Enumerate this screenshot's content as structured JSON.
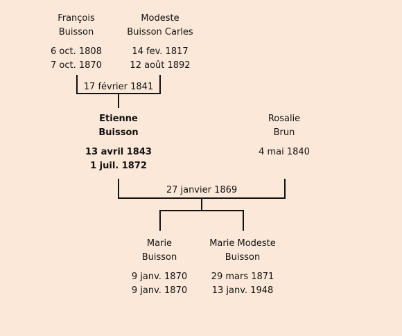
{
  "people": {
    "francois": {
      "first": "François",
      "last": "Buisson",
      "birth": "6 oct. 1808",
      "death": "7 oct. 1870"
    },
    "modeste": {
      "first": "Modeste",
      "last": "Buisson Carles",
      "birth": "14 fev. 1817",
      "death": "12 août 1892"
    },
    "etienne": {
      "first": "Etienne",
      "last": "Buisson",
      "birth": "13 avril 1843",
      "death": "1 juil. 1872"
    },
    "rosalie": {
      "first": "Rosalie",
      "last": "Brun",
      "birth": "4 mai 1840"
    },
    "marie": {
      "first": "Marie",
      "last": "Buisson",
      "birth": "9 janv. 1870",
      "death": "9 janv. 1870"
    },
    "marie_modeste": {
      "first": "Marie Modeste",
      "last": "Buisson",
      "birth": "29 mars 1871",
      "death": "13 janv. 1948"
    }
  },
  "marriages": {
    "m1": "17 février 1841",
    "m2": "27 janvier 1869"
  },
  "colors": {
    "background": "#fbe8d8",
    "line": "#111111"
  }
}
